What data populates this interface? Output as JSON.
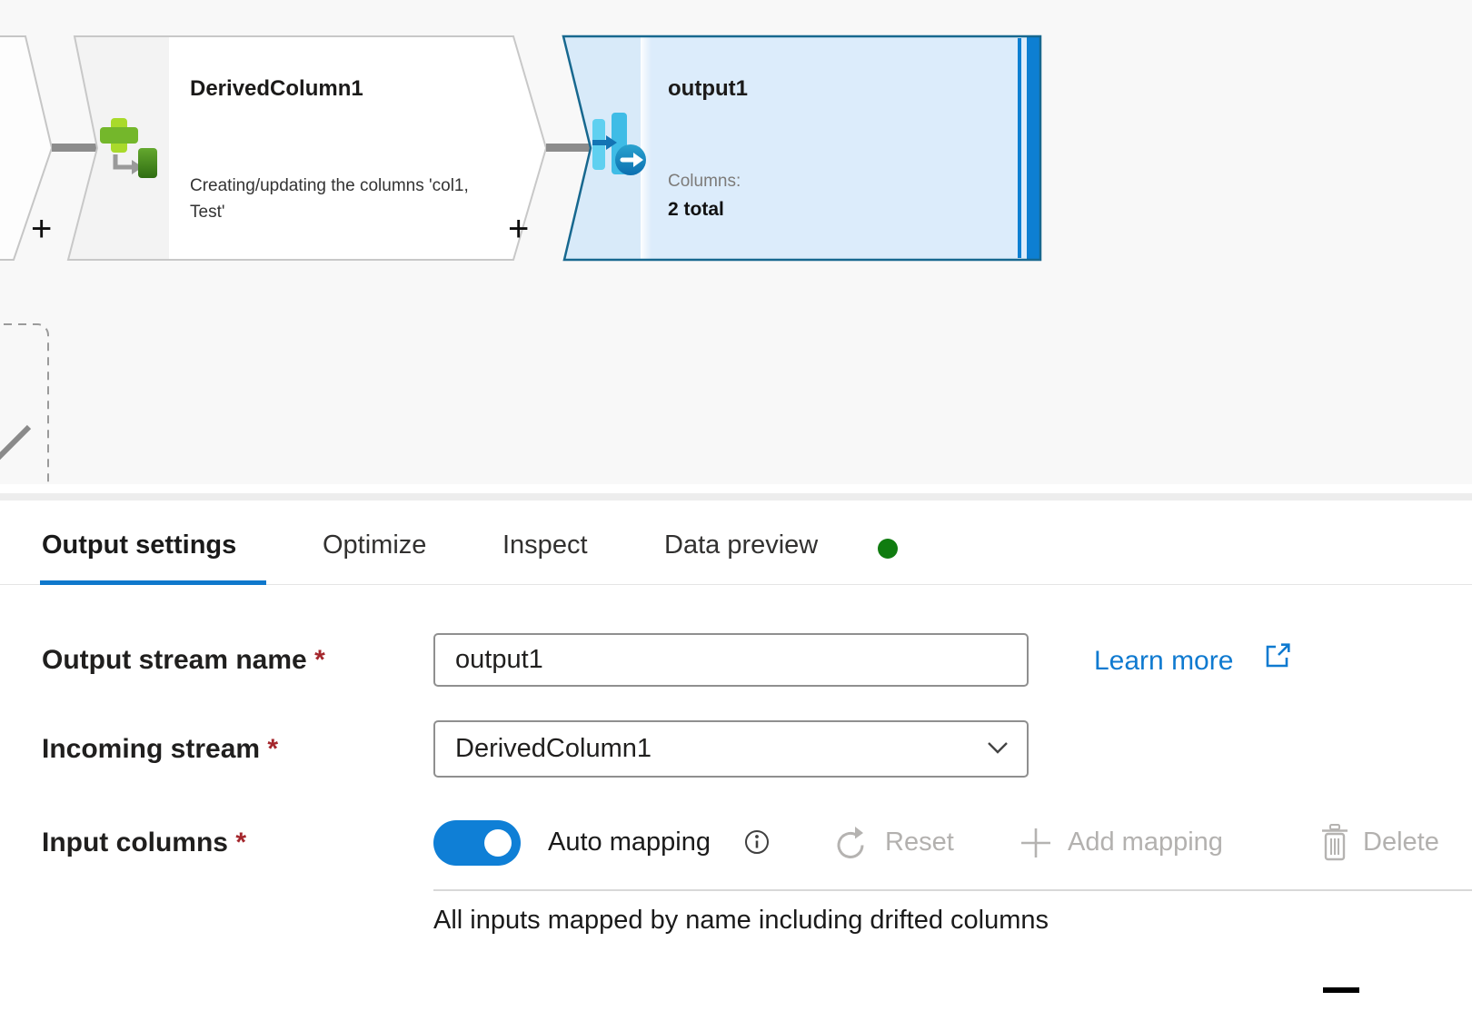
{
  "canvas": {
    "plus_symbol": "+",
    "derived_node": {
      "title": "DerivedColumn1",
      "description": "Creating/updating the columns 'col1, Test'"
    },
    "output_node": {
      "title": "output1",
      "columns_label": "Columns:",
      "columns_value": "2 total"
    }
  },
  "panel": {
    "tabs": [
      {
        "label": "Output settings",
        "active": true
      },
      {
        "label": "Optimize",
        "active": false
      },
      {
        "label": "Inspect",
        "active": false
      },
      {
        "label": "Data preview",
        "active": false,
        "status_dot": true
      }
    ],
    "form": {
      "required_marker": "*",
      "output_stream": {
        "label": "Output stream name",
        "value": "output1"
      },
      "learn_more_label": "Learn more",
      "incoming_stream": {
        "label": "Incoming stream",
        "value": "DerivedColumn1"
      },
      "input_columns": {
        "label": "Input columns",
        "toggle_label": "Auto mapping",
        "toggle_on": true
      },
      "actions": {
        "reset": "Reset",
        "add_mapping": "Add mapping",
        "delete": "Delete"
      },
      "mapping_note": "All inputs mapped by name including drifted columns"
    }
  },
  "colors": {
    "accent_blue": "#0f78cc",
    "toggle_on_blue": "#0f7fd6",
    "node_selected_border": "#17688f",
    "node_selected_fill": "#dcecfb",
    "node_selected_stripe": "#0d7fd2",
    "status_green": "#107c10",
    "required_red": "#a4262c",
    "disabled_gray": "#b3b1af",
    "connector_gray": "#8c8c8c",
    "derived_icon_green": "#74b72b",
    "sink_icon_cyan": "#3fbce6"
  }
}
